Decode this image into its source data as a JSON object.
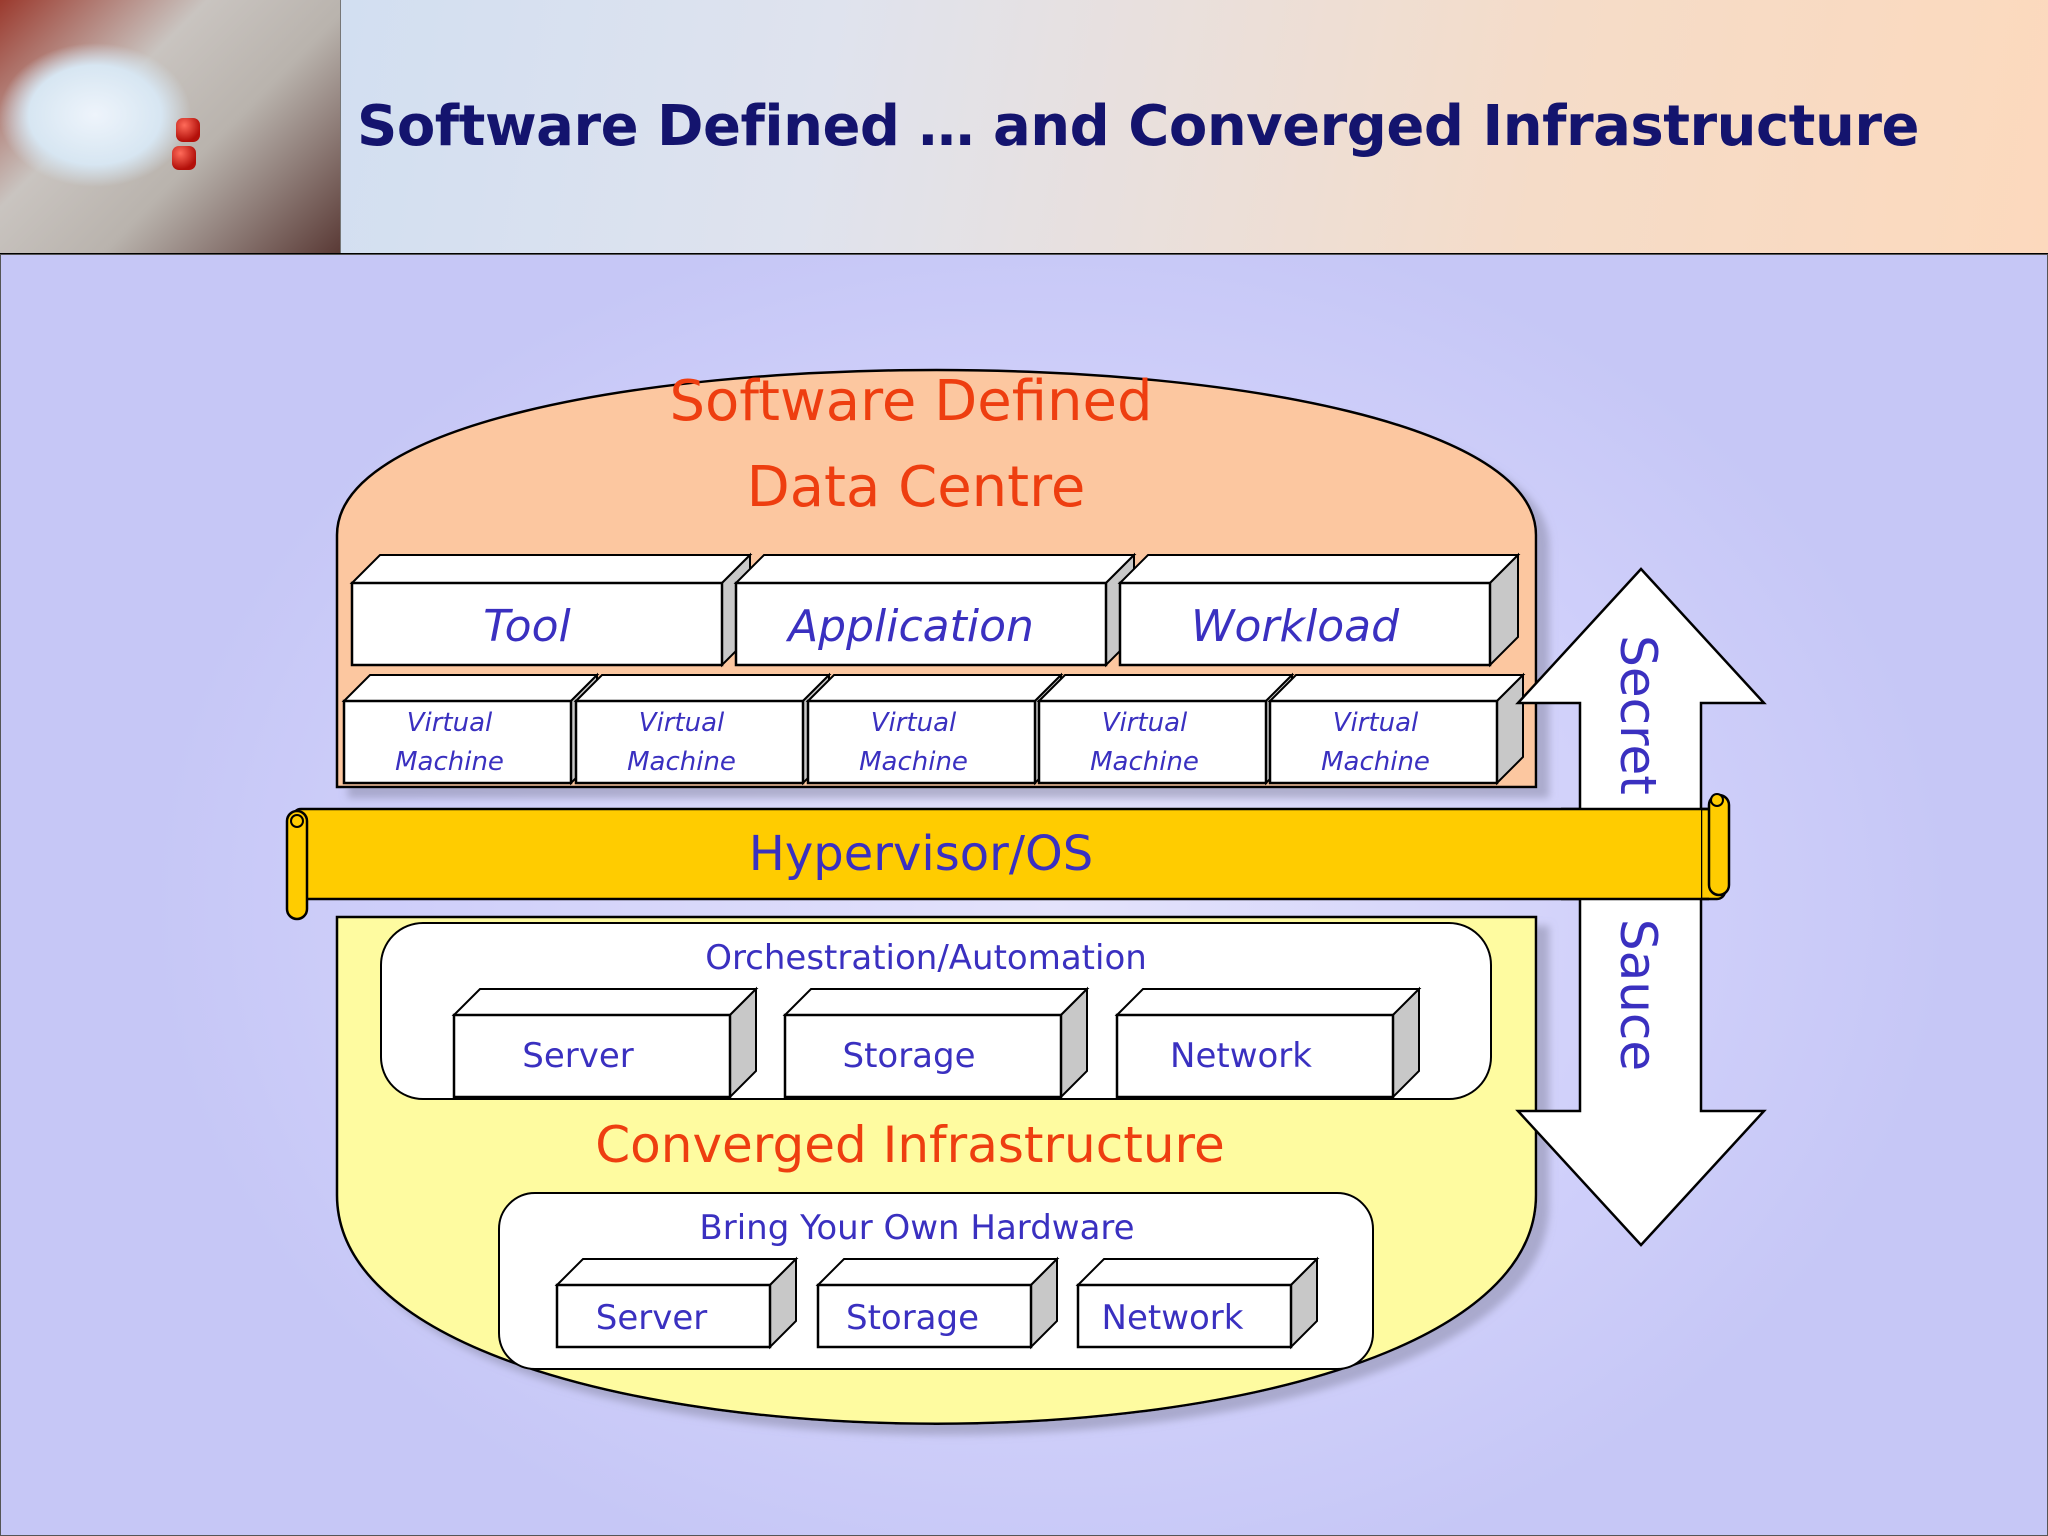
{
  "title": "Software Defined … and Converged Infrastructure",
  "sddc": {
    "heading_line1": "Software Defined",
    "heading_line2": "Data Centre",
    "apps": [
      "Tool",
      "Application",
      "Workload"
    ],
    "vms": [
      [
        "Virtual",
        "Machine"
      ],
      [
        "Virtual",
        "Machine"
      ],
      [
        "Virtual",
        "Machine"
      ],
      [
        "Virtual",
        "Machine"
      ],
      [
        "Virtual",
        "Machine"
      ]
    ]
  },
  "hypervisor": "Hypervisor/OS",
  "converged": {
    "orchestration_label": "Orchestration/Automation",
    "orchestration_items": [
      "Server",
      "Storage",
      "Network"
    ],
    "heading": "Converged Infrastructure",
    "byoh_label": "Bring Your Own Hardware",
    "byoh_items": [
      "Server",
      "Storage",
      "Network"
    ]
  },
  "arrow_text": {
    "top": "Secret",
    "bottom": "Sauce"
  },
  "colors": {
    "title": "#14146e",
    "label": "#3a30c0",
    "heading": "#ee3e10",
    "top_bun": "#fcc7a0",
    "bottom_bun": "#fefba0",
    "hypervisor": "#ffcc00"
  }
}
